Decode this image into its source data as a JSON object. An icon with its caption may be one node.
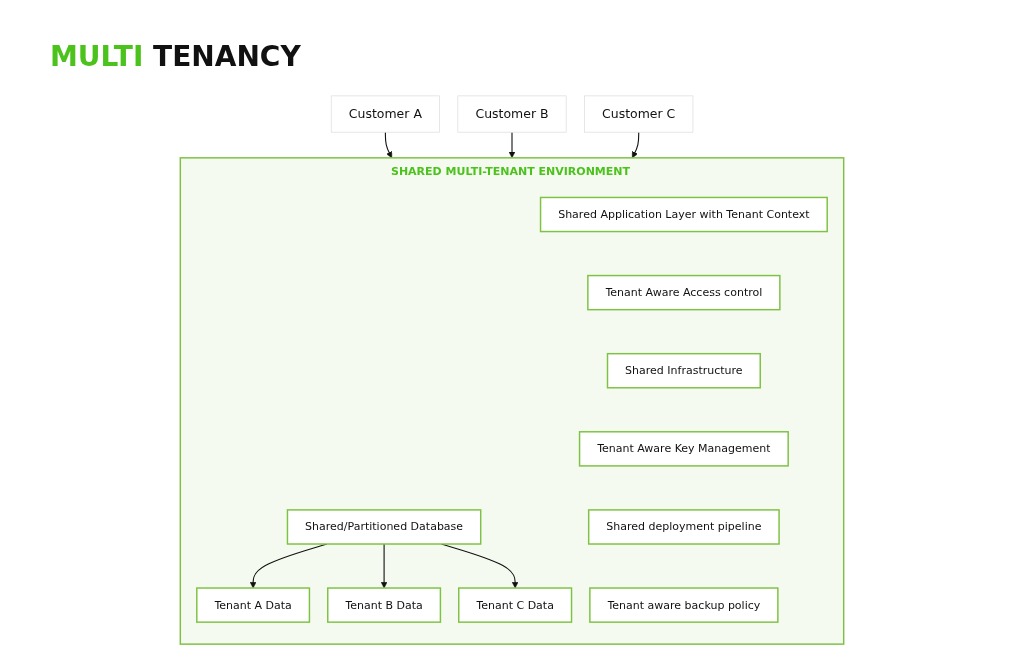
{
  "diagram": {
    "title": "MULTI TENANCY",
    "nodes": [
      {
        "text": [
          "Customer A"
        ]
      },
      {
        "text": [
          "Customer B"
        ]
      },
      {
        "text": [
          "Customer C"
        ]
      },
      {
        "text": [
          "SHARED MULTI-TENANT ENVIRONMENT"
        ]
      },
      {
        "text": [
          "Shared Application Layer with Tenant Context"
        ],
        "in": 3
      },
      {
        "text": [
          "Tenant Aware Access control"
        ],
        "in": 3
      },
      {
        "text": [
          "Shared Infrastructure"
        ],
        "in": 3
      },
      {
        "text": [
          "Tenant Aware Key Management"
        ],
        "in": 3
      },
      {
        "text": [
          "Shared deployment pipeline"
        ],
        "in": 3
      },
      {
        "text": [
          "Tenant aware backup policy"
        ],
        "in": 3
      },
      {
        "text": [
          "Shared/Partitioned Database"
        ],
        "in": 3
      },
      {
        "text": [
          "Tenant A Data"
        ],
        "in": 3
      },
      {
        "text": [
          "Tenant B Data"
        ],
        "in": 3
      },
      {
        "text": [
          "Tenant C Data"
        ],
        "in": 3
      }
    ],
    "edges": [
      {
        "from": 0,
        "to": 3,
        "arrow": "to"
      },
      {
        "from": 1,
        "to": 3,
        "arrow": "to"
      },
      {
        "from": 2,
        "to": 3,
        "arrow": "to"
      },
      {
        "from": 10,
        "to": 11,
        "arrow": "to"
      },
      {
        "from": 10,
        "to": 12,
        "arrow": "to"
      },
      {
        "from": 10,
        "to": 13,
        "arrow": "to"
      }
    ]
  }
}
